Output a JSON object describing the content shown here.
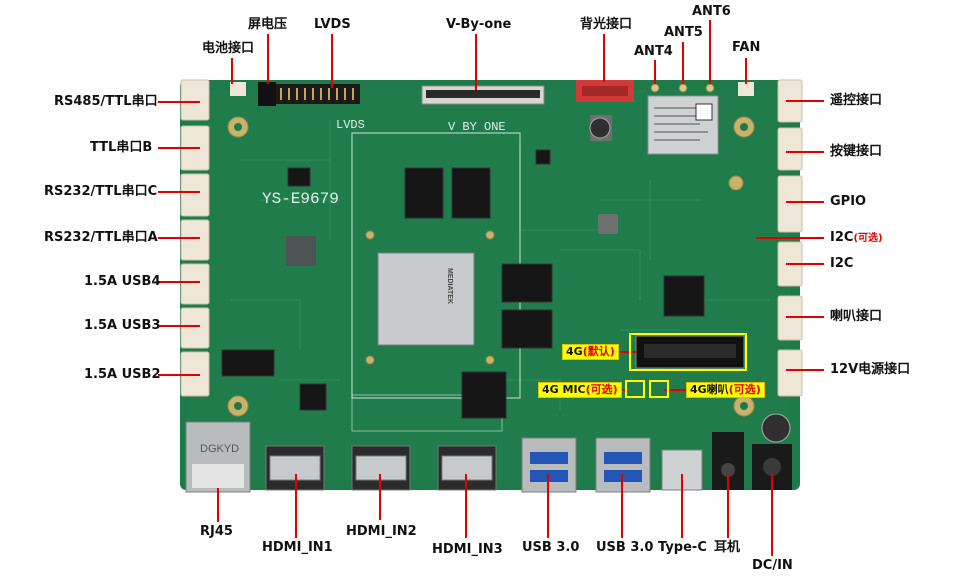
{
  "board": {
    "model": "YS-E9679",
    "silk_lvds": "LVDS",
    "silk_vbyone": "V BY ONE",
    "soc_brand": "MEDIATEK",
    "rj45_brand": "DGKYD"
  },
  "labels": {
    "battery": "电池接口",
    "screen_voltage": "屏电压",
    "lvds": "LVDS",
    "vbyone": "V-By-one",
    "backlight": "背光接口",
    "ant4": "ANT4",
    "ant5": "ANT5",
    "ant6": "ANT6",
    "fan": "FAN",
    "rs485": "RS485/TTL串口",
    "ttl_b": "TTL串口B",
    "rs232_c": "RS232/TTL串口C",
    "rs232_a": "RS232/TTL串口A",
    "usb4": "1.5A  USB4",
    "usb3": "1.5A  USB3",
    "usb2": "1.5A  USB2",
    "remote": "遥控接口",
    "keys": "按键接口",
    "gpio": "GPIO",
    "i2c_opt": "I2C",
    "i2c_opt_note": "(可选)",
    "i2c": "I2C",
    "speaker": "喇叭接口",
    "power12v": "12V电源接口",
    "rj45": "RJ45",
    "hdmi1": "HDMI_IN1",
    "hdmi2": "HDMI_IN2",
    "hdmi3": "HDMI_IN3",
    "usb30a": "USB 3.0",
    "usb30b": "USB 3.0",
    "typec": "Type-C",
    "earphone": "耳机",
    "dcin": "DC/IN"
  },
  "tags": {
    "g4": "4G",
    "g4_note": "(默认)",
    "g4mic": "4G  MIC",
    "g4mic_note": "(可选)",
    "g4spk": "4G喇叭",
    "g4spk_note": "(可选)"
  },
  "colors": {
    "pcb": "#1f7a4a",
    "pcb_dark": "#16603a",
    "pcb_light": "#2c8c57",
    "connector": "#eee6d6",
    "leader": "#e00000",
    "callout": "#ffff00"
  }
}
